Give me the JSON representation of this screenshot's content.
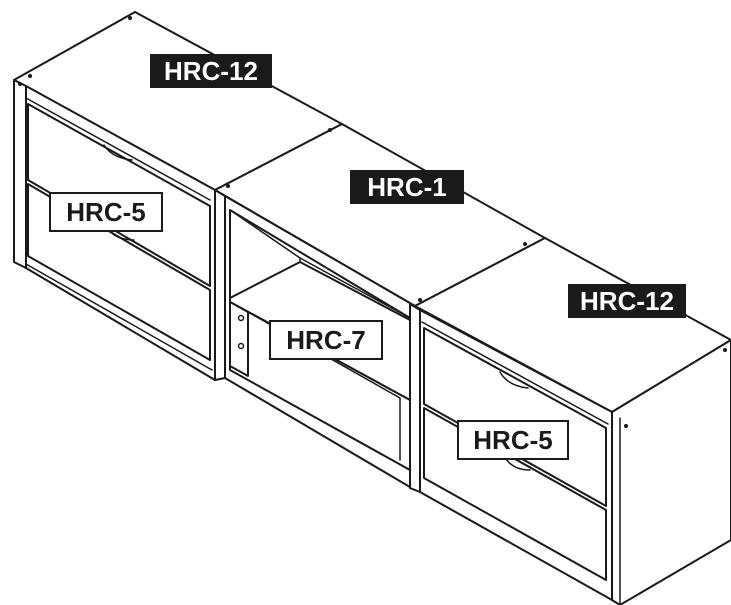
{
  "labels": {
    "left_top": "HRC-12",
    "center_top": "HRC-1",
    "right_top": "HRC-12",
    "left_drawer": "HRC-5",
    "center_shelf": "HRC-7",
    "right_drawer": "HRC-5"
  }
}
